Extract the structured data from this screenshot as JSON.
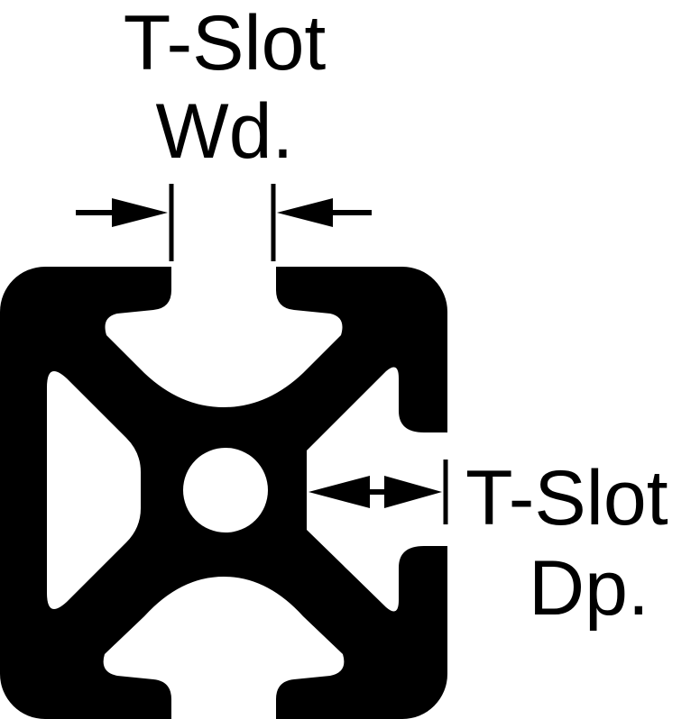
{
  "labels": {
    "slot_width_line1": "T-Slot",
    "slot_width_line2": "Wd.",
    "slot_depth_line1": "T-Slot",
    "slot_depth_line2": "Dp."
  },
  "colors": {
    "profile": "#000000",
    "background": "#ffffff"
  }
}
